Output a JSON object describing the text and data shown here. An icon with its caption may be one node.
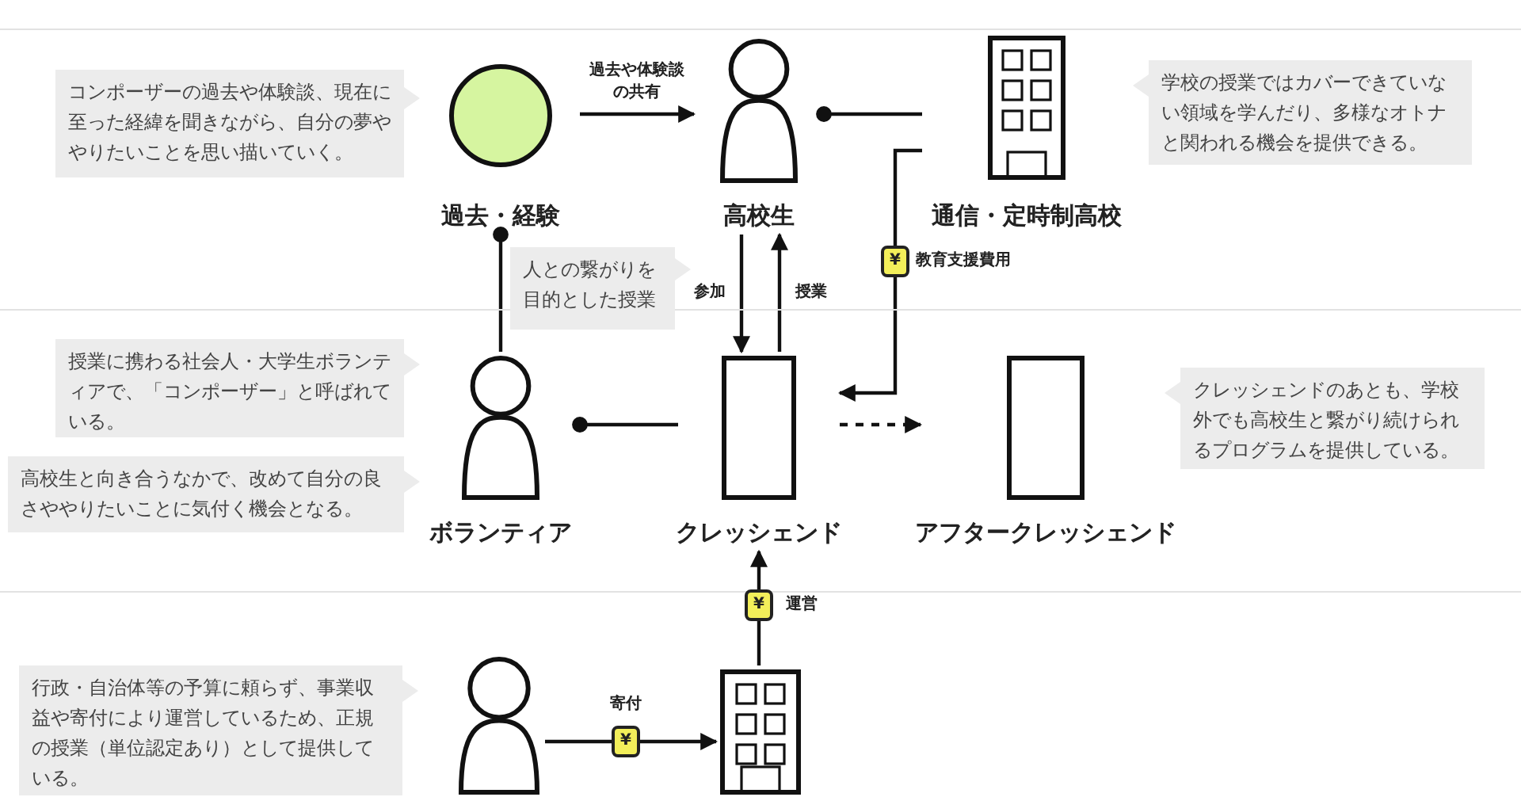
{
  "diagram": {
    "nodes": [
      {
        "text": [
          "過去・経験"
        ]
      },
      {
        "text": [
          "高校生"
        ]
      },
      {
        "text": [
          "通信・定時制高校"
        ]
      },
      {
        "text": [
          "ボランティア"
        ]
      },
      {
        "text": [
          "クレッシェンド"
        ]
      },
      {
        "text": [
          "アフタークレッシェンド"
        ]
      },
      {
        "text": [],
        "shape": "person"
      },
      {
        "text": [],
        "shape": "building"
      },
      {
        "text": [
          "コンポーザーの過去や体験談、現在に至った経緯を聞きながら、自分の夢ややりたいことを思い描いていく。"
        ]
      },
      {
        "text": [
          "学校の授業ではカバーできていない領域を学んだり、多様なオトナと関われる機会を提供できる。"
        ]
      },
      {
        "text": [
          "人との繋がりを目的とした授業"
        ]
      },
      {
        "text": [
          "授業に携わる社会人・大学生ボランティアで、「コンポーザー」と呼ばれている。"
        ]
      },
      {
        "text": [
          "高校生と向き合うなかで、改めて自分の良さややりたいことに気付く機会となる。"
        ]
      },
      {
        "text": [
          "クレッシェンドのあとも、学校外でも高校生と繋がり続けられるプログラムを提供している。"
        ]
      },
      {
        "text": [
          "行政・自治体等の予算に頼らず、事業収益や寄付により運営しているため、正規の授業（単位認定あり）として提供している。"
        ]
      }
    ],
    "edges": [
      {
        "from": 0,
        "to": 1,
        "arrow": "to",
        "label": "過去や体験談の共有"
      },
      {
        "from": 2,
        "to": 1,
        "arrow": "other"
      },
      {
        "from": 3,
        "to": 0,
        "arrow": "other"
      },
      {
        "from": 1,
        "to": 4,
        "arrow": "to",
        "label": "参加"
      },
      {
        "from": 4,
        "to": 1,
        "arrow": "to",
        "label": "授業"
      },
      {
        "from": 2,
        "to": 4,
        "arrow": "to",
        "label": "教育支援費用"
      },
      {
        "from": 4,
        "to": 3,
        "arrow": "other"
      },
      {
        "from": 4,
        "to": 5,
        "arrow": "to",
        "style": "dashed"
      },
      {
        "from": 7,
        "to": 4,
        "arrow": "to",
        "label": "運営"
      },
      {
        "from": 6,
        "to": 7,
        "arrow": "to",
        "label": "寄付"
      }
    ],
    "labels": [
      "¥",
      "¥",
      "¥"
    ]
  }
}
